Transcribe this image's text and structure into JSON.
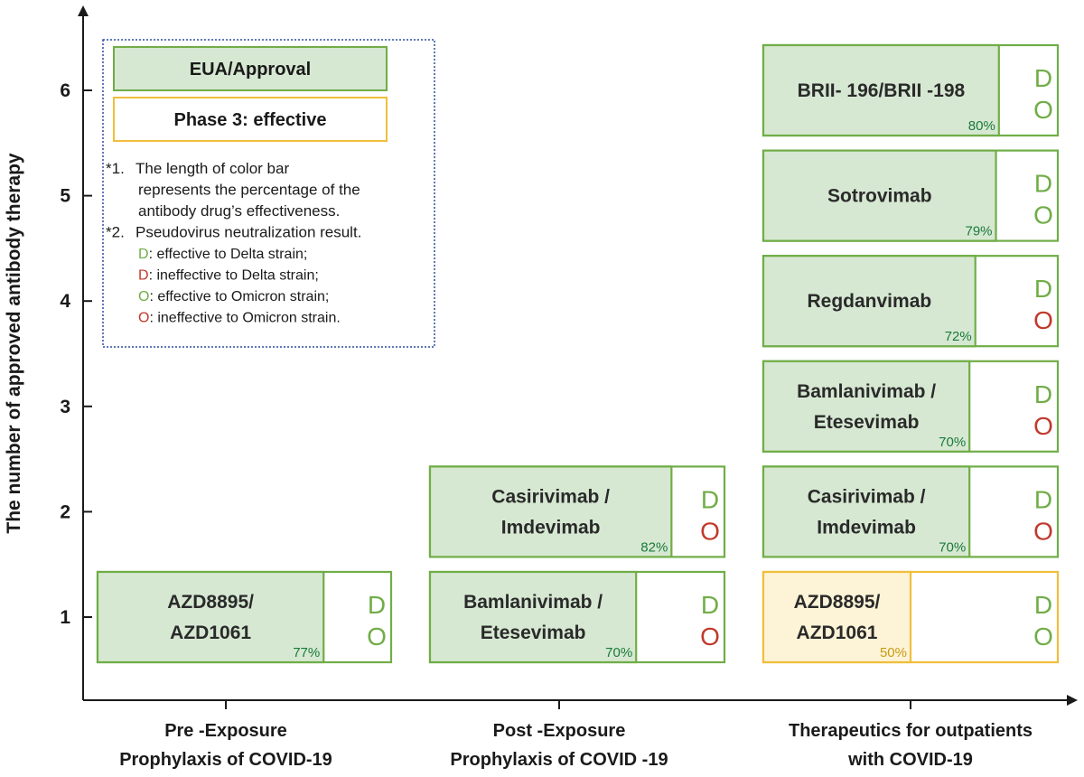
{
  "chart_data": {
    "type": "bar",
    "ylabel": "The number of approved antibody therapy",
    "yticks": [
      "1",
      "2",
      "3",
      "4",
      "5",
      "6"
    ],
    "ylim": [
      0.3,
      6.75
    ],
    "grid": false,
    "legend_position": "top-left",
    "categories": [
      {
        "lines": [
          "Pre -Exposure",
          "Prophylaxis of COVID-19"
        ]
      },
      {
        "lines": [
          "Post -Exposure",
          "Prophylaxis of COVID -19"
        ]
      },
      {
        "lines": [
          "Therapeutics  for outpatients",
          "with  COVID-19"
        ]
      }
    ],
    "status_colors": {
      "EUA/Approval": {
        "fill": "#d6e8d2",
        "stroke": "#70ad47",
        "pct_color": "#1a7a3a"
      },
      "Phase 3: effective": {
        "fill": "#fdf3d6",
        "stroke": "#f0be3c",
        "pct_color": "#c99a14"
      }
    },
    "strain_colors": {
      "effective": "#70ad47",
      "ineffective": "#c0392b"
    },
    "bars": [
      {
        "category": 0,
        "level": 1,
        "lines": [
          "AZD8895/",
          "AZD1061"
        ],
        "value": 77,
        "value_label": "77%",
        "status": "EUA/Approval",
        "delta": "effective",
        "omicron": "effective"
      },
      {
        "category": 1,
        "level": 1,
        "lines": [
          "Bamlanivimab /",
          "Etesevimab"
        ],
        "value": 70,
        "value_label": "70%",
        "status": "EUA/Approval",
        "delta": "effective",
        "omicron": "ineffective"
      },
      {
        "category": 1,
        "level": 2,
        "lines": [
          "Casirivimab /",
          "Imdevimab"
        ],
        "value": 82,
        "value_label": "82%",
        "status": "EUA/Approval",
        "delta": "effective",
        "omicron": "ineffective"
      },
      {
        "category": 2,
        "level": 1,
        "lines": [
          "AZD8895/",
          "AZD1061"
        ],
        "value": 50,
        "value_label": "50%",
        "status": "Phase 3: effective",
        "delta": "effective",
        "omicron": "effective"
      },
      {
        "category": 2,
        "level": 2,
        "lines": [
          "Casirivimab /",
          "Imdevimab"
        ],
        "value": 70,
        "value_label": "70%",
        "status": "EUA/Approval",
        "delta": "effective",
        "omicron": "ineffective"
      },
      {
        "category": 2,
        "level": 3,
        "lines": [
          "Bamlanivimab /",
          "Etesevimab"
        ],
        "value": 70,
        "value_label": "70%",
        "status": "EUA/Approval",
        "delta": "effective",
        "omicron": "ineffective"
      },
      {
        "category": 2,
        "level": 4,
        "lines": [
          "Regdanvimab"
        ],
        "value": 72,
        "value_label": "72%",
        "status": "EUA/Approval",
        "delta": "effective",
        "omicron": "ineffective"
      },
      {
        "category": 2,
        "level": 5,
        "lines": [
          "Sotrovimab"
        ],
        "value": 79,
        "value_label": "79%",
        "status": "EUA/Approval",
        "delta": "effective",
        "omicron": "effective"
      },
      {
        "category": 2,
        "level": 6,
        "lines": [
          "BRII- 196/BRII -198"
        ],
        "value": 80,
        "value_label": "80%",
        "status": "EUA/Approval",
        "delta": "effective",
        "omicron": "effective"
      }
    ],
    "strain_letters": {
      "delta": "D",
      "omicron": "O"
    },
    "legend": {
      "entries": [
        {
          "label": "EUA/Approval",
          "status": "EUA/Approval"
        },
        {
          "label": "Phase 3: effective",
          "status": "Phase 3: effective"
        }
      ],
      "notes": [
        {
          "marker": "*1.",
          "lines": [
            "The length of color bar",
            "represents the percentage of the",
            "antibody drug’s effectiveness."
          ]
        },
        {
          "marker": "*2.",
          "lines": [
            "Pseudovirus neutralization result."
          ]
        }
      ],
      "keys": [
        {
          "letter": "D",
          "status": "effective",
          "text": ": effective to  Delta strain;"
        },
        {
          "letter": "D",
          "status": "ineffective",
          "text": ": ineffective to  Delta strain;"
        },
        {
          "letter": "O",
          "status": "effective",
          "text": ": effective to  Omicron strain;"
        },
        {
          "letter": "O",
          "status": "ineffective",
          "text": ": ineffective to  Omicron strain."
        }
      ]
    }
  }
}
